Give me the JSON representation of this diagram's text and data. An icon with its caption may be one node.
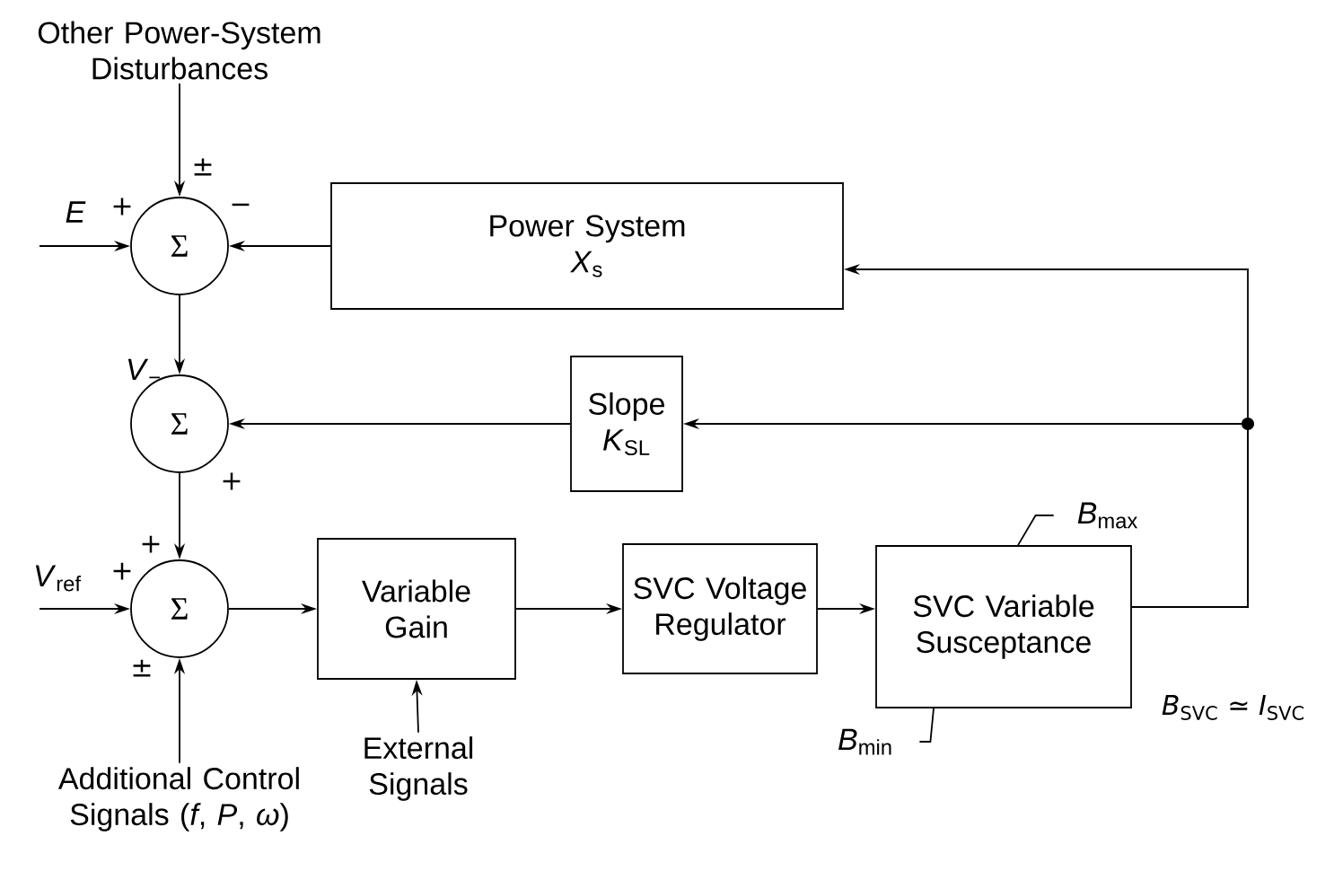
{
  "diagram": {
    "nodes": [
      {
        "text": [
          "Σ"
        ]
      },
      {
        "text": [
          "Σ"
        ]
      },
      {
        "text": [
          "Σ"
        ]
      },
      {
        "text": [
          "Power System",
          "*X*$_{s}$"
        ]
      },
      {
        "text": [
          "Slope",
          "*K*$_{SL}$"
        ]
      },
      {
        "text": [
          "Variable Gain"
        ]
      },
      {
        "text": [
          "SVC Voltage Regulator"
        ]
      },
      {
        "text": [
          "SVC Variable Susceptance"
        ]
      },
      {
        "text": [
          "Other Power-System Disturbances"
        ]
      },
      {
        "text": [
          "Additional Control Signals (*f*, *P*, *ω*)"
        ]
      },
      {
        "text": [
          "External Signals"
        ]
      },
      {
        "text": [
          "*B*$_{max}$"
        ]
      },
      {
        "text": [
          "*B*$_{min}$"
        ]
      }
    ],
    "edges": [
      {
        "from": 8,
        "to": 0,
        "arrow": "to"
      },
      {
        "from": null,
        "to": 0,
        "arrow": "to",
        "label": "*E*"
      },
      {
        "from": 3,
        "to": 0,
        "arrow": "to"
      },
      {
        "from": 0,
        "to": 1,
        "arrow": "to",
        "label": "*V*$_{−}$"
      },
      {
        "from": 4,
        "to": 1,
        "arrow": "to"
      },
      {
        "from": 1,
        "to": 2,
        "arrow": "to"
      },
      {
        "from": null,
        "to": 2,
        "arrow": "to",
        "label": "*V*$_{ref}$"
      },
      {
        "from": 9,
        "to": 2,
        "arrow": "to"
      },
      {
        "from": 2,
        "to": 5,
        "arrow": "to"
      },
      {
        "from": 5,
        "to": 6,
        "arrow": "to"
      },
      {
        "from": 6,
        "to": 7,
        "arrow": "to"
      },
      {
        "from": 10,
        "to": 5,
        "arrow": "to"
      },
      {
        "from": 7,
        "to": 3,
        "arrow": "to"
      },
      {
        "from": 7,
        "to": 4,
        "arrow": "to"
      },
      {
        "from": 11,
        "to": 7,
        "arrow": "none"
      },
      {
        "from": 12,
        "to": 7,
        "arrow": "none"
      }
    ],
    "labels": [
      "±",
      "+",
      "−",
      "+",
      "+",
      "+",
      "±",
      "*B*$_{SVC}$ ≃ *I*$_{SVC}$"
    ]
  }
}
